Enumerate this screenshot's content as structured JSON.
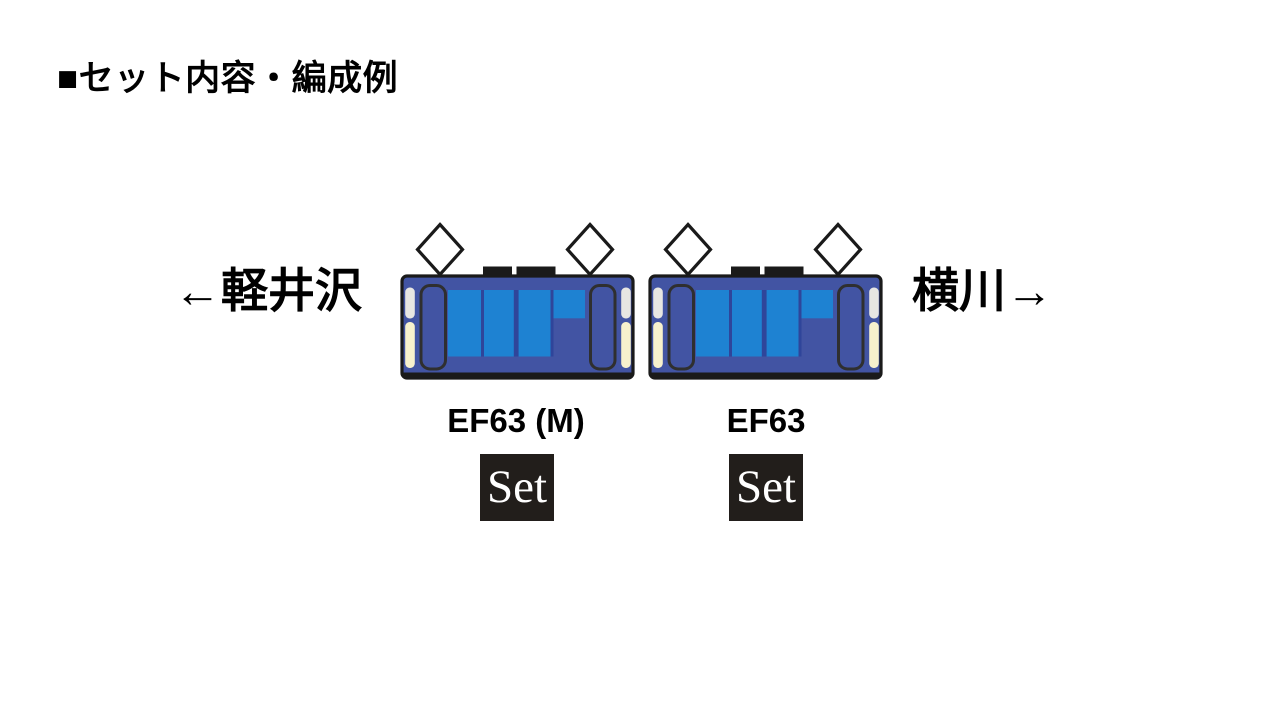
{
  "title": "■セット内容・編成例",
  "diagram": {
    "left_direction": "←軽井沢",
    "right_direction": "横川→",
    "cars": [
      {
        "label": "EF63 (M)",
        "badge": "Set"
      },
      {
        "label": "EF63",
        "badge": "Set"
      }
    ],
    "colors": {
      "text_color": "#000000",
      "car_body": "#4254a3",
      "car_panel": "#1e82d2",
      "car_divider": "#2f459a",
      "car_outline": "#1a1a1a",
      "door_outline": "#2f2f2f",
      "strip_top": "#e7e6e2",
      "strip_bottom": "#f7f1cd",
      "pantograph_fill": "#ffffff",
      "badge_bg": "#221e1b",
      "badge_text": "#ffffff"
    }
  }
}
